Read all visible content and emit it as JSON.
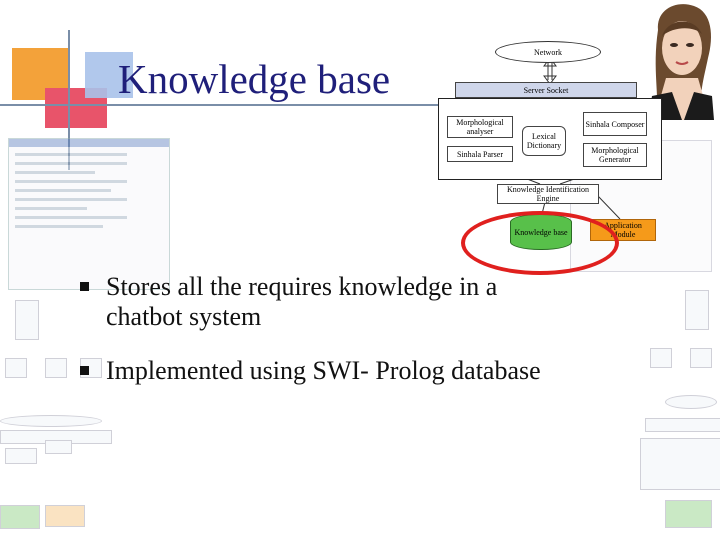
{
  "slide": {
    "title": "Knowledge base"
  },
  "diagram": {
    "network": "Network",
    "server_socket": "Server Socket",
    "morphological_analyser": "Morphological analyser",
    "sinhala_parser": "Sinhala Parser",
    "lexical_dictionary": "Lexical Dictionary",
    "sinhala_composer": "Sinhala Composer",
    "morphological_generator": "Morphological Generator",
    "knowledge_identification_engine": "Knowledge Identification Engine",
    "knowledge_base": "Knowledge base",
    "application_module": "Application Module"
  },
  "bullets": [
    "Stores all the requires knowledge in a chatbot system",
    "Implemented using SWI- Prolog database"
  ],
  "colors": {
    "title": "#1f1f7a",
    "knowledge_base": "#58c04a",
    "application_module": "#f59a1a",
    "highlight": "#e0201e"
  }
}
